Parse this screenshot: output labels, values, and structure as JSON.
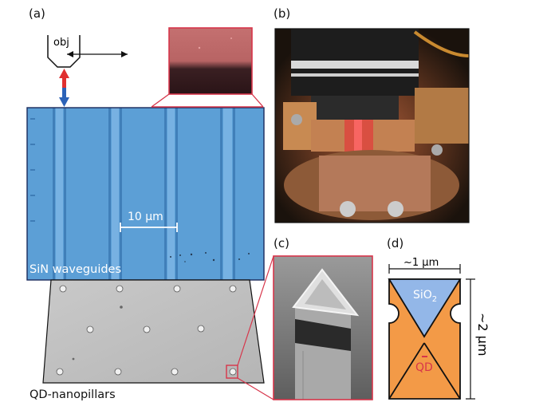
{
  "panels": {
    "a": "(a)",
    "b": "(b)",
    "c": "(c)",
    "d": "(d)"
  },
  "panel_a": {
    "objective_label": "obj",
    "scale_bar_label": "10 µm",
    "waveguides_label": "SiN waveguides",
    "nanopillars_label": "QD-nanopillars"
  },
  "panel_d": {
    "width_label": "~1 µm",
    "height_label": "~2 µm",
    "oxide_label": "SiO",
    "oxide_subscript": "2",
    "qd_label": "QD"
  },
  "colors": {
    "waveguide_blue": "#5c9fd6",
    "highlight_red": "#d7354a",
    "pillar_orange": "#f39a47",
    "oxide_blue": "#93b7e8",
    "up_arrow": "#e03030",
    "down_arrow": "#2c63b8"
  }
}
